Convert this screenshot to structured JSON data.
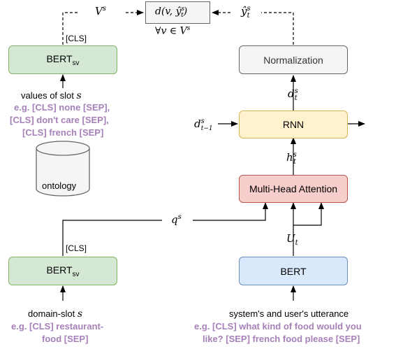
{
  "boxes": {
    "bert_sv_top": {
      "label": "BERT",
      "sub": "sv"
    },
    "bert_sv_bottom": {
      "label": "BERT",
      "sub": "sv"
    },
    "ontology": "ontology",
    "normalization": "Normalization",
    "rnn": "RNN",
    "mha": "Multi-Head Attention",
    "bert": "BERT",
    "distance": {
      "main": "d(v, ŷ",
      "sup": "s",
      "sub": "t",
      "end": ")",
      "below": "∀v ∈ V",
      "below_sup": "s"
    }
  },
  "labels": {
    "cls_top": "[CLS]",
    "cls_bottom": "[CLS]",
    "values_of_slot": "values of slot s",
    "values_example": [
      "e.g. [CLS] none [SEP],",
      "[CLS] don't care [SEP],",
      "[CLS] french [SEP]"
    ],
    "domain_slot": "domain-slot s",
    "domain_example": [
      "e.g. [CLS] restaurant-",
      "food [SEP]"
    ],
    "utterance": "system's and user's utterance",
    "utterance_example": [
      "e.g. [CLS] what kind of food would you",
      "like? [SEP] french food please [SEP]"
    ]
  },
  "math": {
    "V": "V",
    "V_sup": "s",
    "yhat": "ŷ",
    "yhat_sup": "s",
    "yhat_sub": "t",
    "d": "d",
    "d_sup": "s",
    "d_sub": "t",
    "dprev": "d",
    "dprev_sup": "s",
    "dprev_sub": "t−1",
    "h": "h",
    "h_sup": "s",
    "h_sub": "t",
    "q": "q",
    "q_sup": "s",
    "U": "U",
    "U_sub": "t"
  },
  "colors": {
    "green_fill": "#d5e8d4",
    "green_stroke": "#82b366",
    "yellow_fill": "#fff2cc",
    "red_fill": "#f8cecc",
    "blue_fill": "#dae8fc",
    "gray_fill": "#f5f5f5",
    "purple_text": "#a680b8"
  }
}
